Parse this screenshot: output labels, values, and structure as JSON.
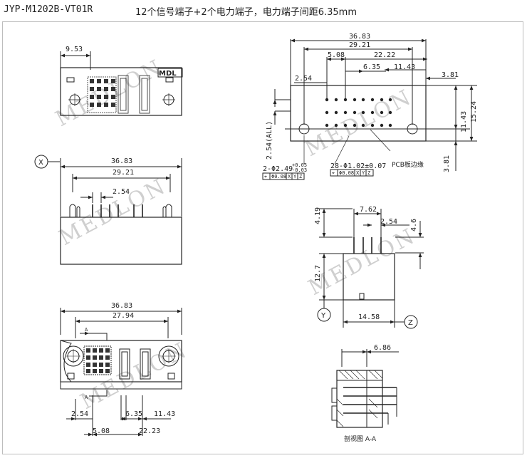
{
  "header": {
    "part_number": "JYP-M1202B-VT01R",
    "description": "12个信号端子+2个电力端子，电力端子间距6.35mm"
  },
  "watermark": "MEDLON",
  "logo": "MDL",
  "top_view": {
    "dim_width": "9.53"
  },
  "front_view": {
    "datum": "X",
    "dim_overall": "36.83",
    "dim_mount": "29.21",
    "dim_pitch": "2.54"
  },
  "bottom_view": {
    "dim_overall": "36.83",
    "dim_27": "27.94",
    "dim_254": "2.54",
    "dim_635": "6.35",
    "dim_1143": "11.43",
    "dim_508": "5.08",
    "dim_2223": "22.23",
    "section_mark": "A"
  },
  "pcb_layout": {
    "dim_3683": "36.83",
    "dim_2921": "29.21",
    "dim_508": "5.08",
    "dim_2222": "22.22",
    "dim_635": "6.35",
    "dim_1143": "11.43",
    "dim_254": "2.54",
    "dim_381": "3.81",
    "dim_1143v": "11.43",
    "dim_1524": "15.24",
    "dim_381v": "3.81",
    "dim_254all": "2.54(ALL)",
    "hole_big": "2-Φ2.49",
    "hole_big_tol_plus": "+0.05",
    "hole_big_tol_minus": "-0.03",
    "hole_small": "28-Φ1.02±0.07",
    "pcb_edge": "PCB板边缘",
    "fcf_big": [
      "⌖",
      "Φ0.08",
      "X",
      "Y",
      "Z"
    ],
    "fcf_small": [
      "⌖",
      "Φ0.08",
      "X",
      "Y",
      "Z"
    ]
  },
  "side_view": {
    "dim_762": "7.62",
    "dim_254": "2.54",
    "dim_419": "4.19",
    "dim_46": "4.6",
    "dim_127": "12.7",
    "dim_1458": "14.58",
    "datum_y": "Y",
    "datum_z": "Z"
  },
  "section_view": {
    "dim_686": "6.86",
    "caption": "剖视图 A-A"
  }
}
